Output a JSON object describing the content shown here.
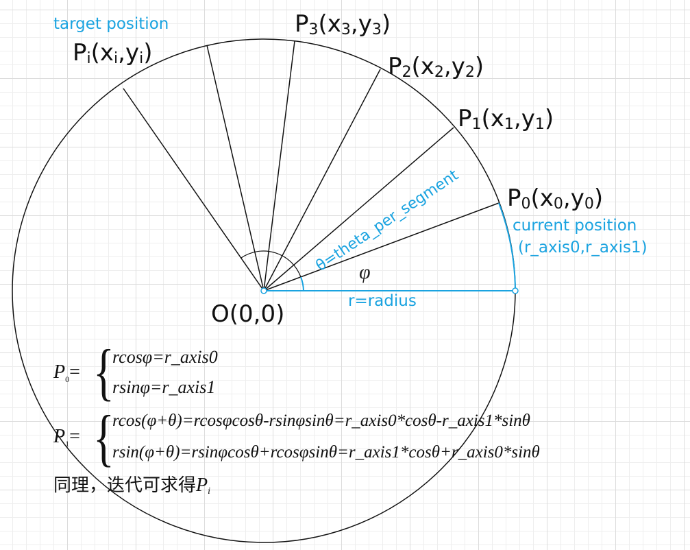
{
  "labels": {
    "target": "target position",
    "pi": {
      "name": "P",
      "sub": "i",
      "x": "x",
      "y": "y"
    },
    "p3": {
      "name": "P",
      "sub": "3",
      "x": "x",
      "y": "y"
    },
    "p2": {
      "name": "P",
      "sub": "2",
      "x": "x",
      "y": "y"
    },
    "p1": {
      "name": "P",
      "sub": "1",
      "x": "x",
      "y": "y"
    },
    "p0": {
      "name": "P",
      "sub": "0",
      "x": "x",
      "y": "y"
    },
    "current": "current position",
    "current_axes": "(r_axis0,r_axis1)",
    "theta": "θ=theta_per_segment",
    "phi": "φ",
    "radius": "r=radius",
    "origin": "O(0,0)"
  },
  "equations": {
    "p0_label": "P",
    "p0_sub": "0",
    "p0_eq": "=",
    "p0_line1": "rcosφ=r_axis0",
    "p0_line2": "rsinφ=r_axis1",
    "p1_label": "P",
    "p1_sub": "1",
    "p1_eq": "=",
    "p1_line1": "rcos(φ+θ)=rcosφcosθ-rsinφsinθ=r_axis0*cosθ-r_axis1*sinθ",
    "p1_line2": "rsin(φ+θ)=rsinφcosθ+rcosφsinθ=r_axis1*cosθ+r_axis0*sinθ",
    "conclusion_cn": "同理，迭代可求得",
    "conclusion_var": "P",
    "conclusion_sub": "i"
  },
  "colors": {
    "accent": "#1aa3e0",
    "ink": "#111111",
    "grid": "#dcdcdc"
  }
}
